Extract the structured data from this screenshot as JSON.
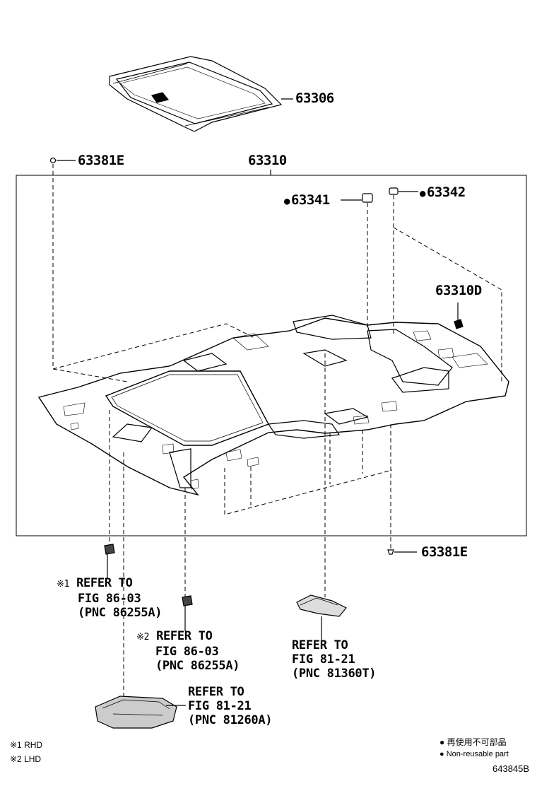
{
  "parts": {
    "p63306": "63306",
    "p63310": "63310",
    "p63381E_top": "63381E",
    "p63341": "63341",
    "p63342": "63342",
    "p63310D": "63310D",
    "p63381E_bottom": "63381E"
  },
  "references": {
    "ref1": {
      "mark": "※1",
      "line1": "REFER TO",
      "line2": "FIG 86-03",
      "line3": "(PNC 86255A)"
    },
    "ref2": {
      "mark": "※2",
      "line1": "REFER TO",
      "line2": "FIG 86-03",
      "line3": "(PNC 86255A)"
    },
    "ref3": {
      "line1": "REFER TO",
      "line2": "FIG 81-21",
      "line3": "(PNC 81360T)"
    },
    "ref4": {
      "line1": "REFER TO",
      "line2": "FIG 81-21",
      "line3": "(PNC 81260A)"
    }
  },
  "notes": {
    "rhd": "※1 RHD",
    "lhd": "※2 LHD"
  },
  "legend": {
    "jp": "再使用不可部品",
    "en": "Non-reusable part"
  },
  "figure_id": "643845B"
}
